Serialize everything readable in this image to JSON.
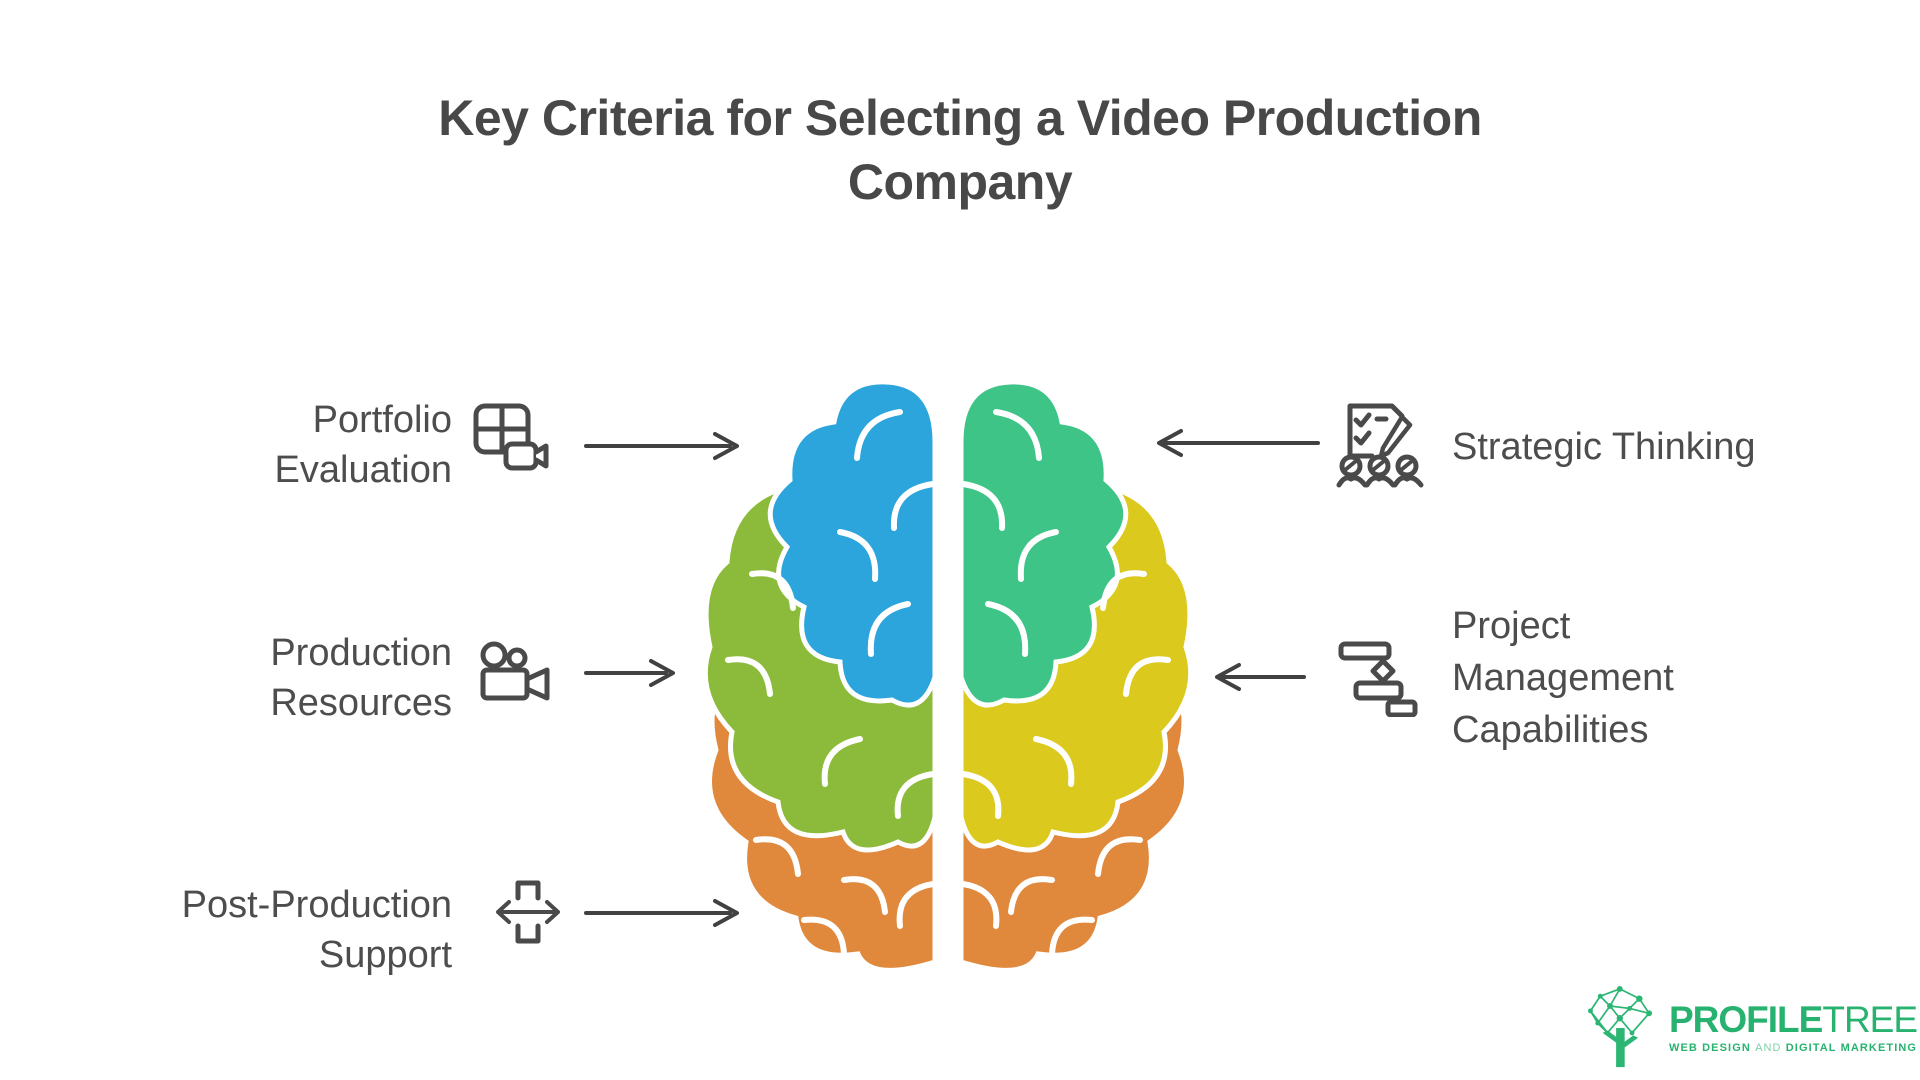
{
  "title": {
    "line1": "Key Criteria for Selecting a Video Production",
    "line2": "Company"
  },
  "criteria": {
    "left": [
      {
        "line1": "Portfolio",
        "line2": "Evaluation",
        "icon": "video-gallery-icon"
      },
      {
        "line1": "Production",
        "line2": "Resources",
        "icon": "film-camera-icon"
      },
      {
        "line1": "Post-Production",
        "line2": "Support",
        "icon": "horizontal-expand-icon"
      }
    ],
    "right": [
      {
        "line1": "Strategic Thinking",
        "icon": "checklist-team-icon"
      },
      {
        "line1": "Project",
        "line2": "Management",
        "line3": "Capabilities",
        "icon": "gantt-flow-icon"
      }
    ]
  },
  "brain": {
    "left_hemisphere": {
      "top": "#2ba5dc",
      "middle": "#8cbb3c",
      "bottom": "#e0883c"
    },
    "right_hemisphere": {
      "top": "#3ec487",
      "middle": "#dcc91e",
      "bottom": "#e0883c"
    }
  },
  "logo": {
    "brand_bold": "PROFILE",
    "brand_light": "TREE",
    "tagline_part1": "WEB DESIGN",
    "tagline_part2": "AND",
    "tagline_part3": "DIGITAL MARKETING"
  },
  "colors": {
    "background": "#ffffff",
    "title_text": "#484848",
    "label_text": "#4d4d4d",
    "icon_stroke": "#4a4a4a",
    "arrow": "#414141",
    "brain_blue": "#2ba5dc",
    "brain_emerald": "#3ec487",
    "brain_yellow_green": "#8cbb3c",
    "brain_yellow": "#dcc91e",
    "brain_orange": "#e0883c",
    "logo_green": "#27b36f"
  }
}
